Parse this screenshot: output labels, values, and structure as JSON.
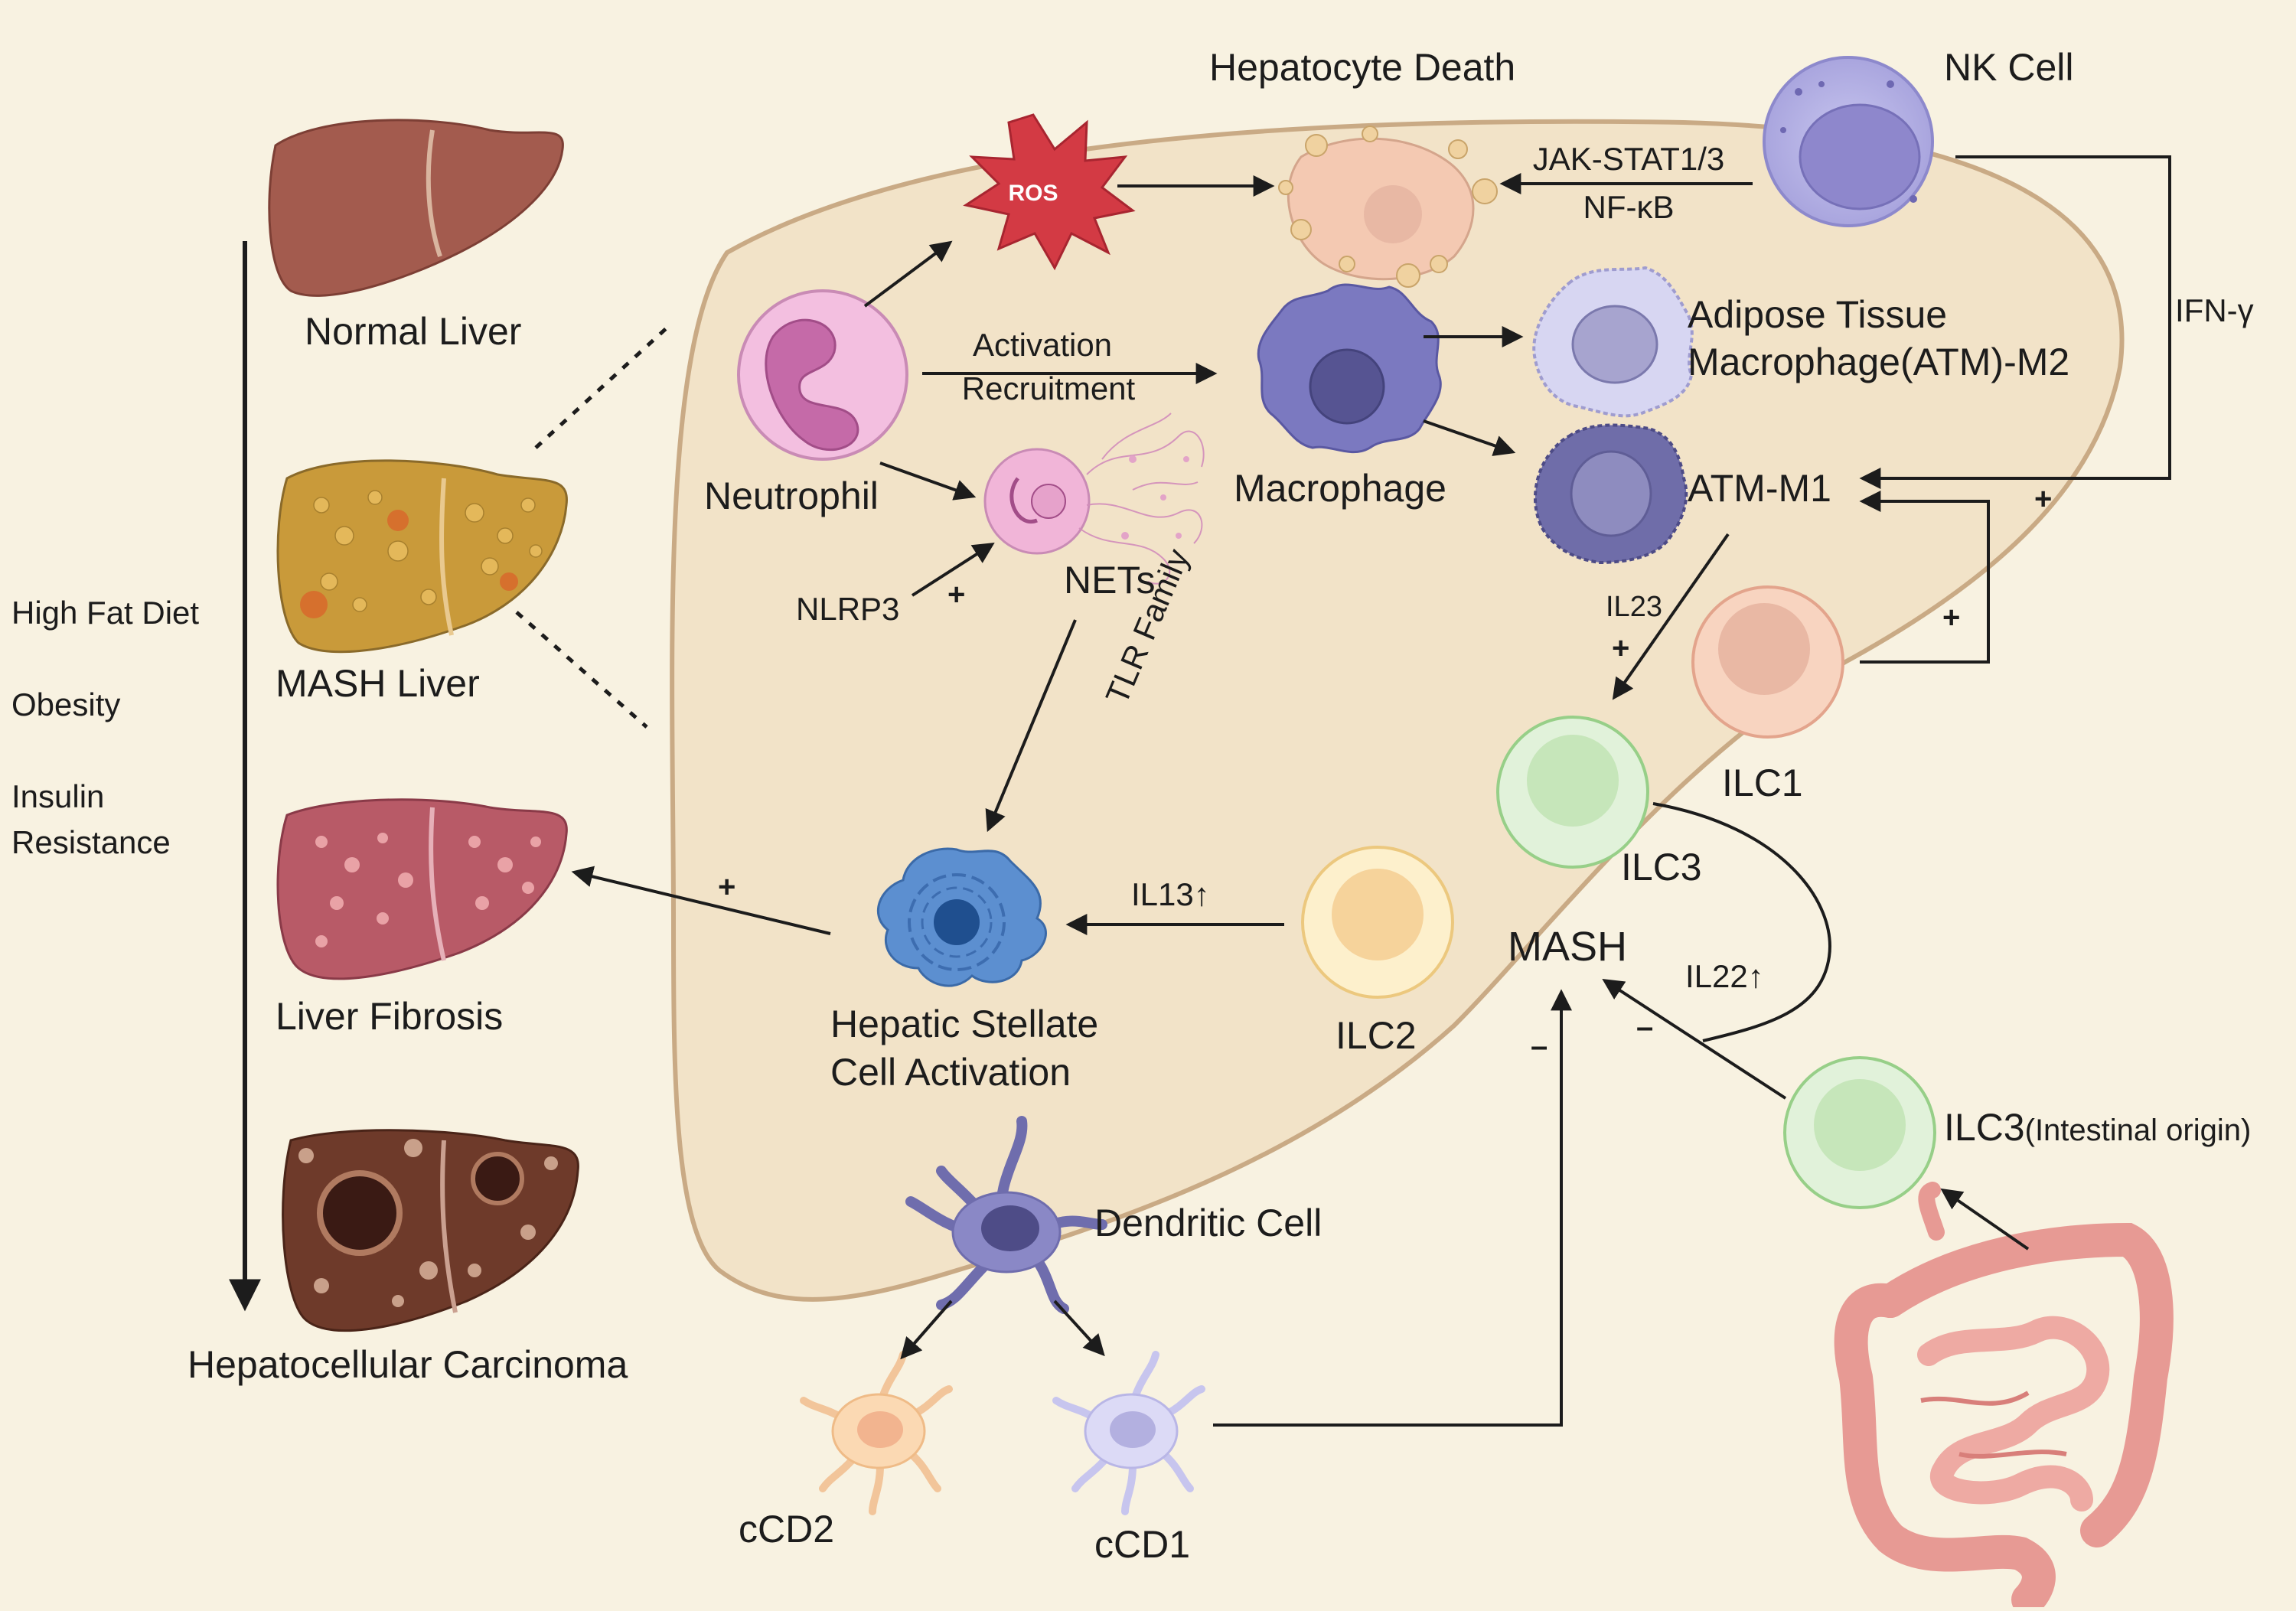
{
  "progression": {
    "risk_factors": [
      "High Fat Diet",
      "Obesity",
      "Insulin",
      "Resistance"
    ],
    "stages": [
      "Normal Liver",
      "MASH Liver",
      "Liver Fibrosis",
      "Hepatocellular Carcinoma"
    ]
  },
  "cells": {
    "hepatocyte_death": "Hepatocyte Death",
    "ros": "ROS",
    "nk_cell": "NK Cell",
    "neutrophil": "Neutrophil",
    "nets": "NETs",
    "macrophage": "Macrophage",
    "atm_m2_line1": "Adipose Tissue",
    "atm_m2_line2": "Macrophage(ATM)-M2",
    "atm_m1": "ATM-M1",
    "ilc1": "ILC1",
    "ilc2": "ILC2",
    "ilc3": "ILC3",
    "ilc3_intestinal": "ILC3",
    "ilc3_intestinal_note": "(Intestinal origin)",
    "hsc_line1": "Hepatic Stellate",
    "hsc_line2": "Cell Activation",
    "dendritic": "Dendritic Cell",
    "ccd1": "cCD1",
    "ccd2": "cCD2",
    "mash": "MASH"
  },
  "signals": {
    "jak_stat": "JAK-STAT1/3",
    "nf_kb": "NF-κB",
    "ifn_gamma": "IFN-γ",
    "activation": "Activation",
    "recruitment": "Recruitment",
    "nlrp3": "NLRP3",
    "tlr_family": "TLR Family",
    "il23": "IL23",
    "il13": "IL13↑",
    "il22": "IL22↑",
    "plus": "+",
    "minus": "–"
  },
  "colors": {
    "background": "#f8f2e1",
    "liver_region": "#f2e3c8",
    "liver_outline": "#c9aa85",
    "ros": "#d33a44",
    "nk_cell": "#b3afe3",
    "neutrophil": "#f3bfe0",
    "macrophage": "#7b79c0",
    "hsc": "#5c8fd0",
    "ilc_green": "#d9efd1",
    "ilc_orange": "#f8d4c0",
    "ilc_yellow": "#f9e3b0",
    "intestine": "#e79a94"
  }
}
